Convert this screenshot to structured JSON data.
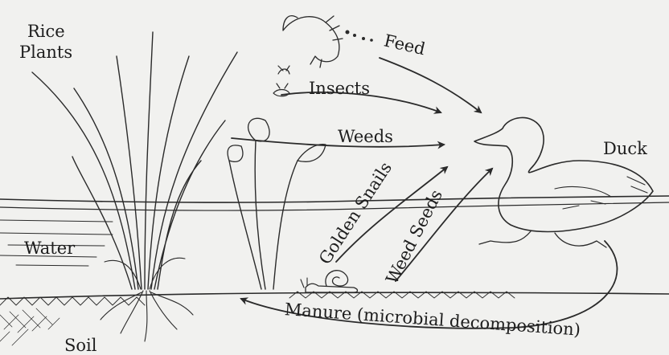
{
  "labels": {
    "rice_plants_line1": "Rice",
    "rice_plants_line2": "Plants",
    "feed": "Feed",
    "insects": "Insects",
    "weeds": "Weeds",
    "duck": "Duck",
    "golden_snails": "Golden Snails",
    "weed_seeds": "Weed Seeds",
    "water": "Water",
    "manure": "Manure (microbial decomposition)",
    "soil": "Soil"
  },
  "icons": [
    "hand-icon",
    "insect-icon",
    "snail-icon",
    "duck-icon",
    "rice-plant-icon",
    "weed-plant-icon"
  ]
}
